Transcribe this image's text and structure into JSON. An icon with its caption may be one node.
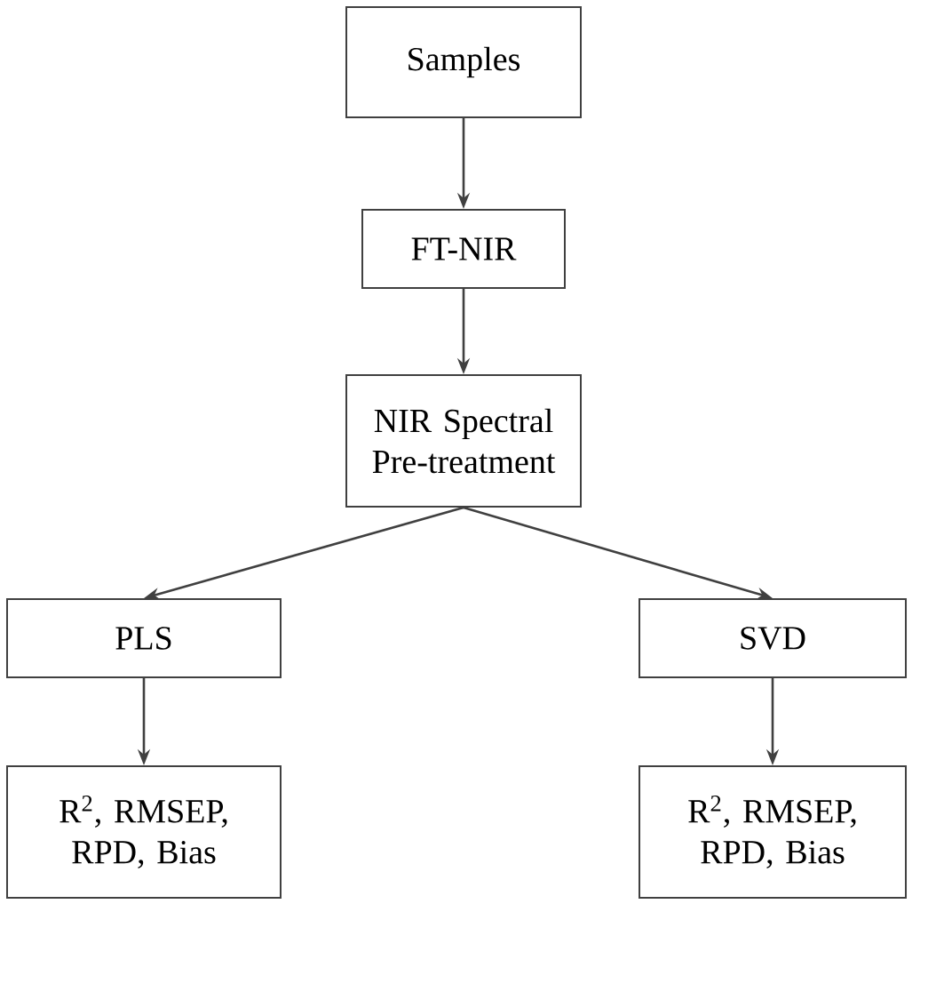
{
  "diagram": {
    "nodes": [
      {
        "text": [
          "Samples"
        ]
      },
      {
        "text": [
          "FT-NIR"
        ]
      },
      {
        "text": [
          "NIR Spectral Pre-treatment"
        ]
      },
      {
        "text": [
          "PLS"
        ]
      },
      {
        "text": [
          "SVD"
        ]
      },
      {
        "text": [
          "R$^{2}$, RMSEP, RPD, Bias"
        ]
      },
      {
        "text": [
          "R$^{2}$, RMSEP, RPD, Bias"
        ]
      }
    ],
    "edges": [
      {
        "from": 0,
        "to": 1,
        "arrow": "to"
      },
      {
        "from": 1,
        "to": 2,
        "arrow": "to"
      },
      {
        "from": 2,
        "to": 3,
        "arrow": "to"
      },
      {
        "from": 2,
        "to": 4,
        "arrow": "to"
      },
      {
        "from": 3,
        "to": 5,
        "arrow": "to"
      },
      {
        "from": 4,
        "to": 6,
        "arrow": "to"
      }
    ]
  }
}
